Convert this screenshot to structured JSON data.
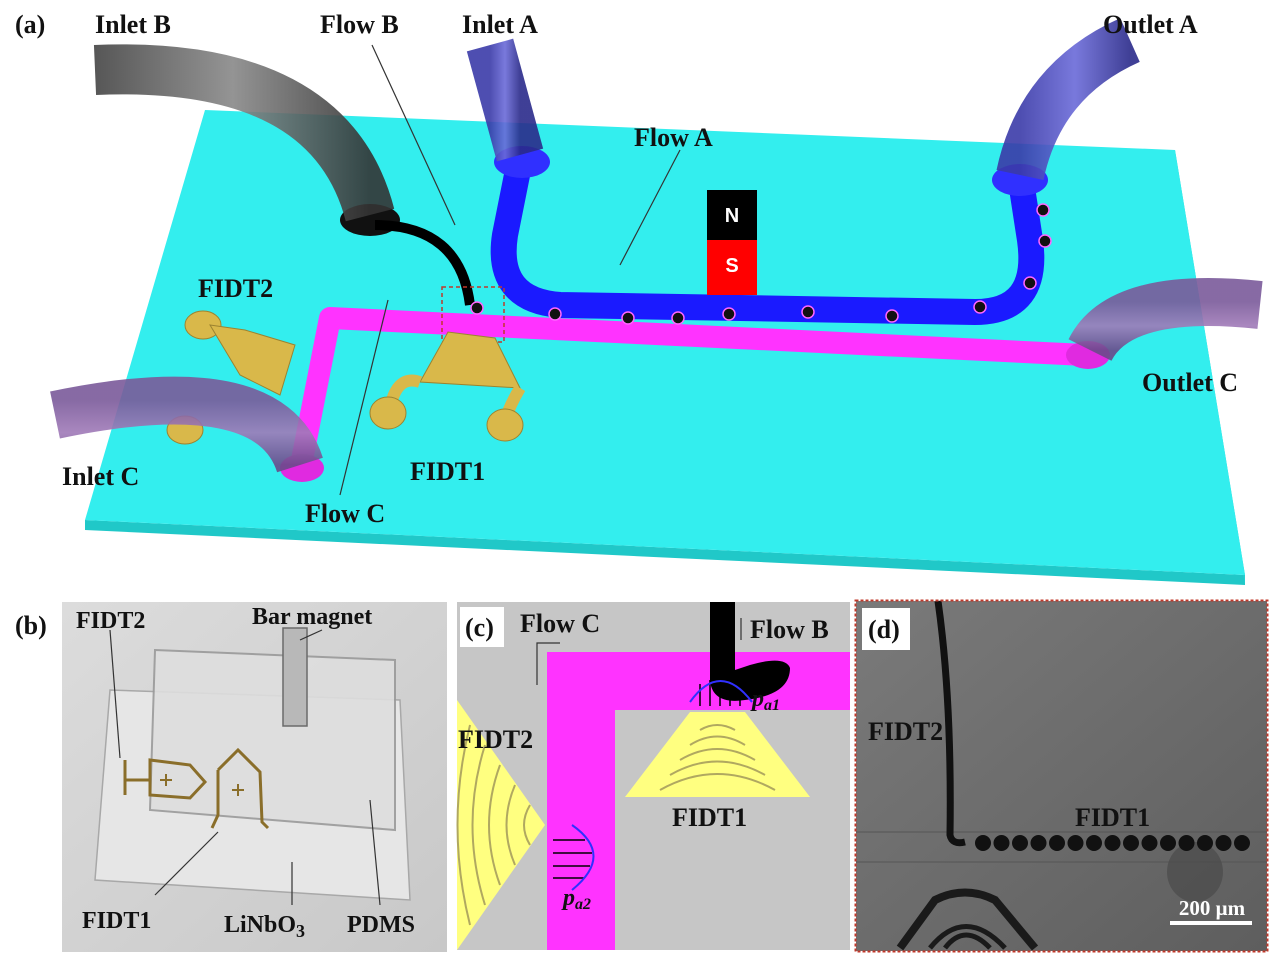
{
  "panel_a": {
    "tag": "(a)",
    "labels": {
      "inlet_b": "Inlet B",
      "flow_b": "Flow B",
      "inlet_a": "Inlet A",
      "outlet_a": "Outlet A",
      "flow_a": "Flow A",
      "magnet_n": "N",
      "magnet_s": "S",
      "fidt2": "FIDT2",
      "outlet_c": "Outlet C",
      "inlet_c": "Inlet C",
      "fidt1": "FIDT1",
      "flow_c": "Flow C"
    },
    "colors": {
      "substrate": "#33eeee",
      "flow_a": "#1a1aff",
      "flow_c": "#ff33ff",
      "flow_b": "#000000",
      "electrode": "#d9b84a",
      "magnet_n": "#000000",
      "magnet_s": "#ff0000"
    }
  },
  "panel_b": {
    "tag": "(b)",
    "labels": {
      "fidt2": "FIDT2",
      "bar_magnet": "Bar magnet",
      "fidt1": "FIDT1",
      "linbo3": "LiNbO",
      "linbo3_sub": "3",
      "pdms": "PDMS"
    }
  },
  "panel_c": {
    "tag": "(c)",
    "labels": {
      "flow_c": "Flow C",
      "flow_b": "Flow B",
      "fidt2": "FIDT2",
      "fidt1": "FIDT1",
      "pa1": "p",
      "pa1_sub": "a1",
      "pa2": "p",
      "pa2_sub": "a2"
    }
  },
  "panel_d": {
    "tag": "(d)",
    "labels": {
      "fidt2": "FIDT2",
      "fidt1": "FIDT1",
      "scale_bar": "200 μm"
    }
  }
}
